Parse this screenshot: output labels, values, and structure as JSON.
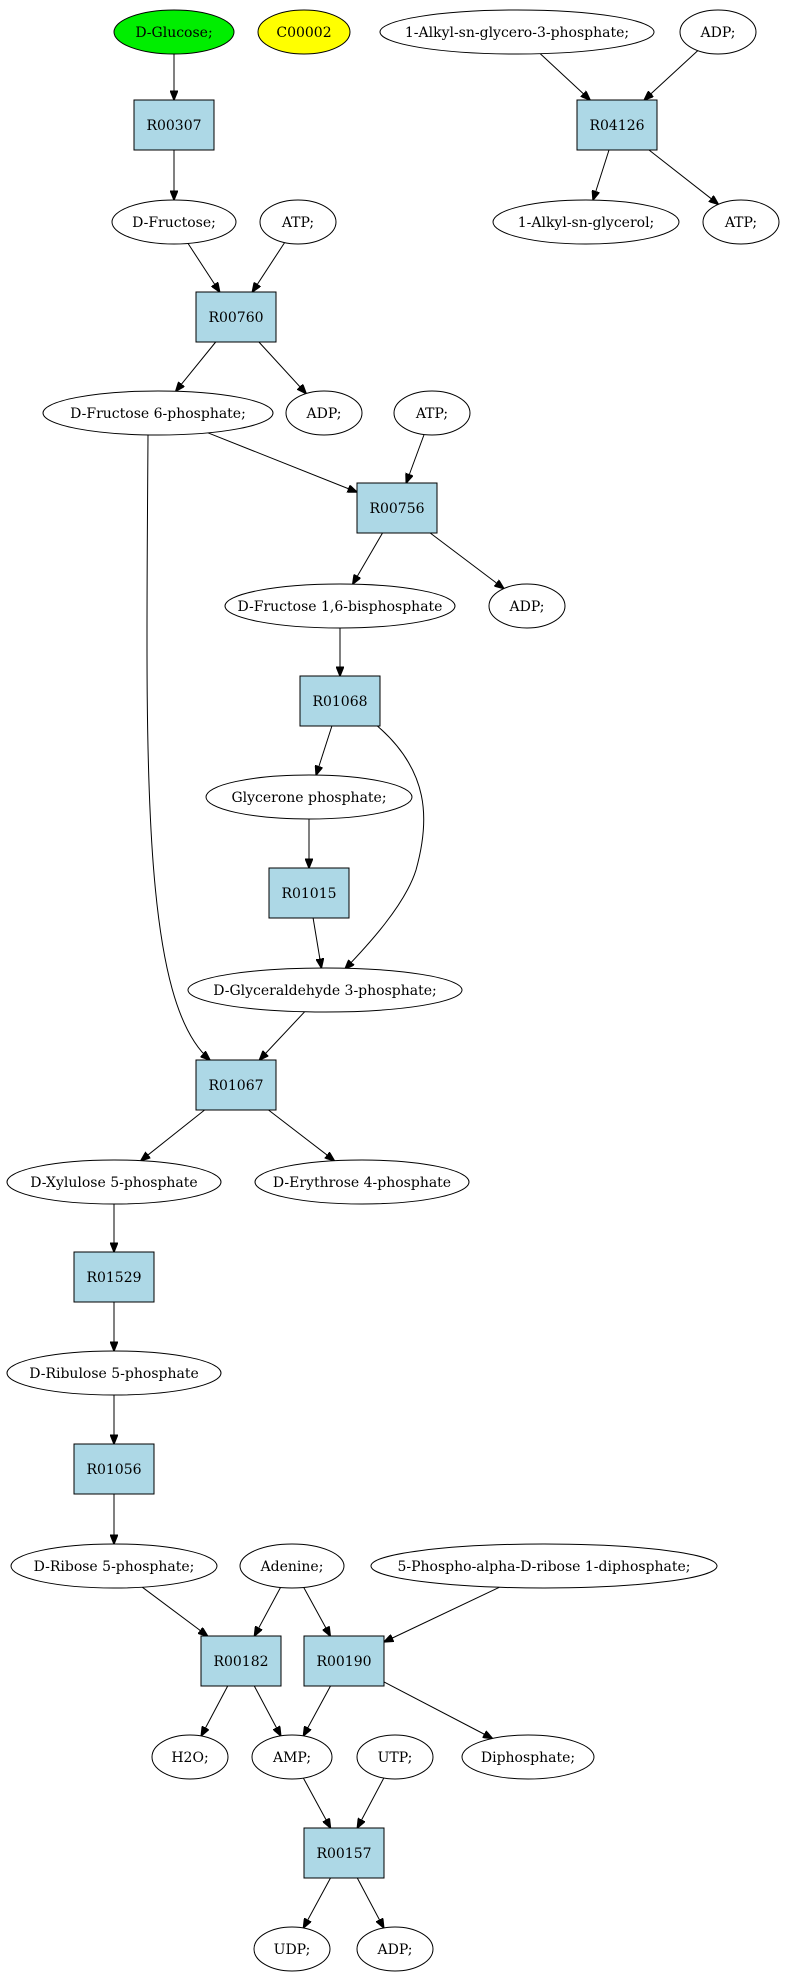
{
  "colors": {
    "start_compound": "#00ee00",
    "highlight_compound": "#ffff00",
    "reaction": "#add8e6",
    "compound": "#ffffff"
  },
  "nodes": [
    {
      "id": "glucose",
      "label": "D-Glucose;",
      "kind": "compound",
      "fill": "#00ee00"
    },
    {
      "id": "c00002",
      "label": "C00002",
      "kind": "compound",
      "fill": "#ffff00"
    },
    {
      "id": "alkylg3p",
      "label": "1-Alkyl-sn-glycero-3-phosphate;",
      "kind": "compound"
    },
    {
      "id": "adp_top",
      "label": "ADP;",
      "kind": "compound"
    },
    {
      "id": "R00307",
      "label": "R00307",
      "kind": "reaction"
    },
    {
      "id": "R04126",
      "label": "R04126",
      "kind": "reaction"
    },
    {
      "id": "fructose",
      "label": "D-Fructose;",
      "kind": "compound"
    },
    {
      "id": "atp1",
      "label": "ATP;",
      "kind": "compound"
    },
    {
      "id": "alkylglycerol",
      "label": "1-Alkyl-sn-glycerol;",
      "kind": "compound"
    },
    {
      "id": "atp_r04126",
      "label": "ATP;",
      "kind": "compound"
    },
    {
      "id": "R00760",
      "label": "R00760",
      "kind": "reaction"
    },
    {
      "id": "f6p",
      "label": "D-Fructose 6-phosphate;",
      "kind": "compound"
    },
    {
      "id": "adp1",
      "label": "ADP;",
      "kind": "compound"
    },
    {
      "id": "atp2",
      "label": "ATP;",
      "kind": "compound"
    },
    {
      "id": "R00756",
      "label": "R00756",
      "kind": "reaction"
    },
    {
      "id": "f16bp",
      "label": "D-Fructose 1,6-bisphosphate",
      "kind": "compound"
    },
    {
      "id": "adp2",
      "label": "ADP;",
      "kind": "compound"
    },
    {
      "id": "R01068",
      "label": "R01068",
      "kind": "reaction"
    },
    {
      "id": "glyceroneP",
      "label": "Glycerone phosphate;",
      "kind": "compound"
    },
    {
      "id": "R01015",
      "label": "R01015",
      "kind": "reaction"
    },
    {
      "id": "g3p",
      "label": "D-Glyceraldehyde 3-phosphate;",
      "kind": "compound"
    },
    {
      "id": "R01067",
      "label": "R01067",
      "kind": "reaction"
    },
    {
      "id": "xylulose5p",
      "label": "D-Xylulose 5-phosphate",
      "kind": "compound"
    },
    {
      "id": "erythrose4p",
      "label": "D-Erythrose 4-phosphate",
      "kind": "compound"
    },
    {
      "id": "R01529",
      "label": "R01529",
      "kind": "reaction"
    },
    {
      "id": "ribulose5p",
      "label": "D-Ribulose 5-phosphate",
      "kind": "compound"
    },
    {
      "id": "R01056",
      "label": "R01056",
      "kind": "reaction"
    },
    {
      "id": "ribose5p",
      "label": "D-Ribose 5-phosphate;",
      "kind": "compound"
    },
    {
      "id": "adenine",
      "label": "Adenine;",
      "kind": "compound"
    },
    {
      "id": "prpp",
      "label": "5-Phospho-alpha-D-ribose 1-diphosphate;",
      "kind": "compound"
    },
    {
      "id": "R00182",
      "label": "R00182",
      "kind": "reaction"
    },
    {
      "id": "R00190",
      "label": "R00190",
      "kind": "reaction"
    },
    {
      "id": "h2o",
      "label": "H2O;",
      "kind": "compound"
    },
    {
      "id": "amp",
      "label": "AMP;",
      "kind": "compound"
    },
    {
      "id": "utp",
      "label": "UTP;",
      "kind": "compound"
    },
    {
      "id": "diphosphate",
      "label": "Diphosphate;",
      "kind": "compound"
    },
    {
      "id": "R00157",
      "label": "R00157",
      "kind": "reaction"
    },
    {
      "id": "udp",
      "label": "UDP;",
      "kind": "compound"
    },
    {
      "id": "adp_bottom",
      "label": "ADP;",
      "kind": "compound"
    }
  ],
  "edges": [
    {
      "from": "glucose",
      "to": "R00307"
    },
    {
      "from": "R00307",
      "to": "fructose"
    },
    {
      "from": "alkylg3p",
      "to": "R04126"
    },
    {
      "from": "adp_top",
      "to": "R04126"
    },
    {
      "from": "R04126",
      "to": "alkylglycerol"
    },
    {
      "from": "R04126",
      "to": "atp_r04126"
    },
    {
      "from": "fructose",
      "to": "R00760"
    },
    {
      "from": "atp1",
      "to": "R00760"
    },
    {
      "from": "R00760",
      "to": "f6p"
    },
    {
      "from": "R00760",
      "to": "adp1"
    },
    {
      "from": "f6p",
      "to": "R00756"
    },
    {
      "from": "atp2",
      "to": "R00756"
    },
    {
      "from": "R00756",
      "to": "f16bp"
    },
    {
      "from": "R00756",
      "to": "adp2"
    },
    {
      "from": "f16bp",
      "to": "R01068"
    },
    {
      "from": "R01068",
      "to": "glyceroneP"
    },
    {
      "from": "R01068",
      "to": "g3p"
    },
    {
      "from": "glyceroneP",
      "to": "R01015"
    },
    {
      "from": "R01015",
      "to": "g3p"
    },
    {
      "from": "f6p",
      "to": "R01067"
    },
    {
      "from": "g3p",
      "to": "R01067"
    },
    {
      "from": "R01067",
      "to": "xylulose5p"
    },
    {
      "from": "R01067",
      "to": "erythrose4p"
    },
    {
      "from": "xylulose5p",
      "to": "R01529"
    },
    {
      "from": "R01529",
      "to": "ribulose5p"
    },
    {
      "from": "ribulose5p",
      "to": "R01056"
    },
    {
      "from": "R01056",
      "to": "ribose5p"
    },
    {
      "from": "ribose5p",
      "to": "R00182"
    },
    {
      "from": "adenine",
      "to": "R00182"
    },
    {
      "from": "adenine",
      "to": "R00190"
    },
    {
      "from": "prpp",
      "to": "R00190"
    },
    {
      "from": "R00182",
      "to": "h2o"
    },
    {
      "from": "R00182",
      "to": "amp"
    },
    {
      "from": "R00190",
      "to": "amp"
    },
    {
      "from": "R00190",
      "to": "diphosphate"
    },
    {
      "from": "amp",
      "to": "R00157"
    },
    {
      "from": "utp",
      "to": "R00157"
    },
    {
      "from": "R00157",
      "to": "udp"
    },
    {
      "from": "R00157",
      "to": "adp_bottom"
    }
  ]
}
